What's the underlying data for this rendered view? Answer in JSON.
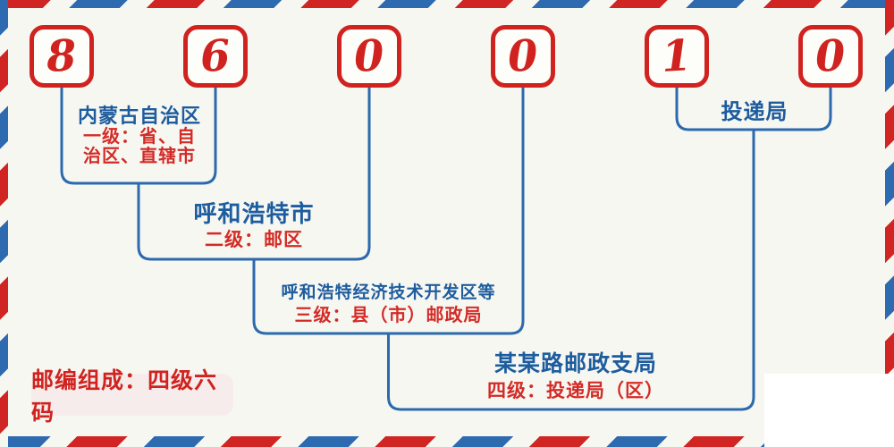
{
  "postal_code": {
    "digits": [
      "8",
      "6",
      "0",
      "0",
      "1",
      "0"
    ]
  },
  "levels": [
    {
      "name": "内蒙古自治区",
      "desc": "一级：省、自\n治区、直辖市"
    },
    {
      "name": "呼和浩特市",
      "desc": "二级：邮区"
    },
    {
      "name": "呼和浩特经济技术开发区等",
      "desc": "三级：县（市）邮政局"
    },
    {
      "name": "某某路邮政支局",
      "desc": "四级：投递局（区）"
    },
    {
      "name": "投递局",
      "desc": ""
    }
  ],
  "badge": {
    "text": "邮编组成：四级六码"
  },
  "colors": {
    "stripe_red": "#d02522",
    "stripe_blue": "#2e6ab0",
    "digit_red": "#d0231f",
    "name_blue": "#1d5c9e",
    "desc_red": "#d32b26",
    "line_blue": "#2b6aad",
    "background": "#f7f7f2",
    "badge_background": "#f6eceb"
  }
}
